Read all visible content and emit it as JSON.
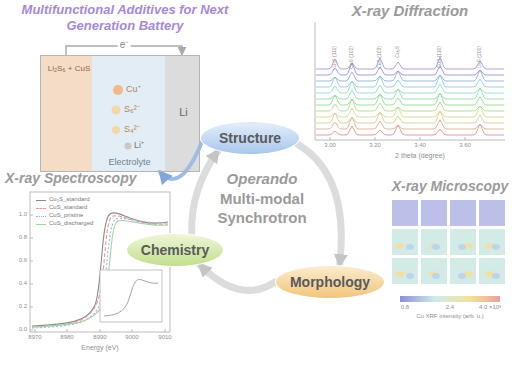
{
  "diagram": {
    "nodes": [
      {
        "text": [
          "Li₂S₆ + CuS",
          "Electrolyte",
          "Li"
        ]
      },
      {
        "text": [
          "Structure"
        ]
      },
      {
        "text": [
          "Chemistry"
        ]
      },
      {
        "text": [
          "Morphology"
        ]
      }
    ],
    "edges": [
      {
        "from": 1,
        "to": 0,
        "arrow": "to"
      },
      {
        "from": 1,
        "to": 3,
        "arrow": "to"
      },
      {
        "from": 3,
        "to": 2,
        "arrow": "to"
      },
      {
        "from": 2,
        "to": 1,
        "arrow": "to"
      }
    ],
    "labels": [
      "Multifunctional Additives for Next Generation Battery",
      "e⁻",
      "Cu⁺",
      "S₆²⁻",
      "S₄²⁻",
      "Li⁺",
      "X-ray Diffraction",
      "2 theta (degree)",
      "3.00",
      "3.20",
      "3.40",
      "3.60",
      "Li₂S (111)",
      "CuS (102)",
      "CuS (103)",
      "Cu₂S",
      "CuS (110)",
      "Li₂S (200)",
      "Operando",
      "Multi-modal Synchrotron",
      "X-ray Spectroscopy",
      "8970",
      "8980",
      "8990",
      "9000",
      "9010",
      "0.0",
      "0.2",
      "0.4",
      "0.6",
      "0.8",
      "1.0",
      "Energy (eV)",
      "X-ray Microscopy",
      "0.8",
      "2.4",
      "4.0 ×10³",
      "Cu XRF intensity (arb. u.)"
    ],
    "legend": [
      {
        "text": "Cu₂S_standard"
      },
      {
        "text": "CuS_standard"
      },
      {
        "text": "CuS_pristine"
      },
      {
        "text": "CuS_discharged"
      }
    ]
  }
}
